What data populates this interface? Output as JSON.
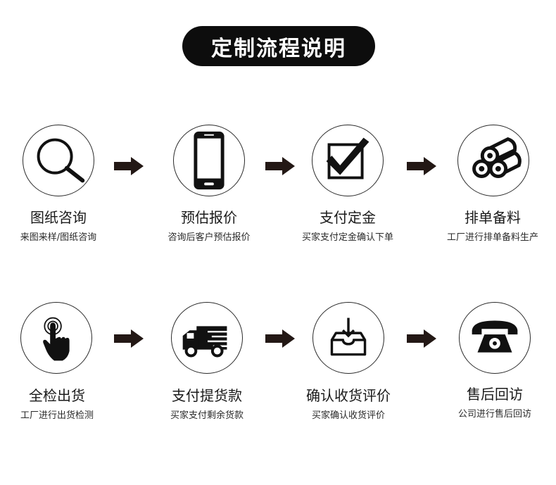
{
  "header": {
    "title": "定制流程说明"
  },
  "steps": [
    {
      "title": "图纸咨询",
      "subtitle": "来图来样/图纸咨询",
      "icon": "magnifier-icon"
    },
    {
      "title": "预估报价",
      "subtitle": "咨询后客户预估报价",
      "icon": "smartphone-icon"
    },
    {
      "title": "支付定金",
      "subtitle": "买家支付定金确认下单",
      "icon": "checkbox-icon"
    },
    {
      "title": "排单备料",
      "subtitle": "工厂进行排单备料生产",
      "icon": "material-rolls-icon"
    },
    {
      "title": "全检出货",
      "subtitle": "工厂进行出货检测",
      "icon": "finger-touch-icon"
    },
    {
      "title": "支付提货款",
      "subtitle": "买家支付剩余货款",
      "icon": "delivery-truck-icon"
    },
    {
      "title": "确认收货评价",
      "subtitle": "买家确认收货评价",
      "icon": "inbox-download-icon"
    },
    {
      "title": "售后回访",
      "subtitle": "公司进行售后回访",
      "icon": "telephone-icon"
    }
  ],
  "colors": {
    "banner": "#0d0d0d",
    "arrow": "#231815",
    "text": "#1a1a1a"
  }
}
